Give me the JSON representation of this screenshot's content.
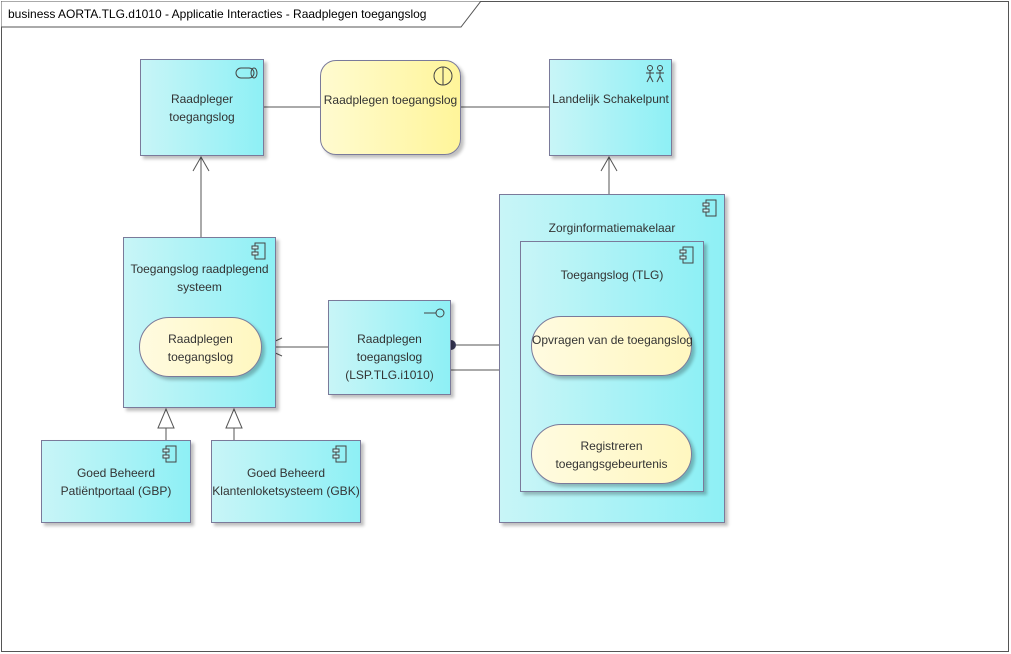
{
  "diagram": {
    "title": "business AORTA.TLG.d1010 - Applicatie Interacties - Raadplegen toegangslog"
  },
  "nodes": {
    "raadpleger": "Raadpleger toegangslog",
    "raadplegen_service": "Raadplegen toegangslog",
    "landelijk": "Landelijk Schakelpunt",
    "zorginfo": "Zorginformatiemakelaar",
    "tlg": "Toegangslog (TLG)",
    "opvragen": "Opvragen van de toegangslog",
    "registreren": "Registreren toegangsgebeurtenis",
    "raadplegend_systeem": "Toegangslog raadplegend systeem",
    "raadplegen_func": "Raadplegen toegangslog",
    "interface": "Raadplegen toegangslog (LSP.TLG.i1010)",
    "gbp": "Goed Beheerd Patiëntportaal (GBP)",
    "gbk": "Goed Beheerd Klantenloketsysteem (GBK)"
  }
}
